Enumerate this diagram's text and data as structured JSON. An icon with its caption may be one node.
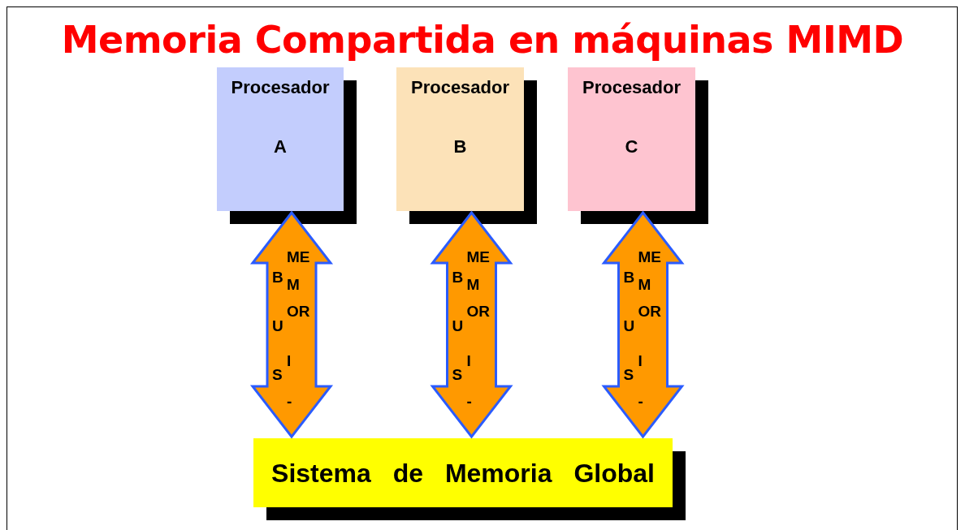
{
  "diagram": {
    "title": "Memoria Compartida en máquinas MIMD",
    "nodes": [
      {
        "text": [
          "Procesador",
          "A"
        ]
      },
      {
        "text": [
          "Procesador",
          "B"
        ]
      },
      {
        "text": [
          "Procesador",
          "C"
        ]
      },
      {
        "text": [
          "Sistema de Memoria Global"
        ]
      }
    ],
    "edges": [
      {
        "from": 0,
        "to": 3,
        "arrow": "both",
        "label": "BUS",
        "style": "thick"
      },
      {
        "from": 1,
        "to": 3,
        "arrow": "both",
        "label": "BUS",
        "style": "thick"
      },
      {
        "from": 2,
        "to": 3,
        "arrow": "both",
        "label": "BUS",
        "style": "thick"
      }
    ],
    "labels": [
      "ME",
      "M",
      "OR",
      "I",
      "-",
      "ME",
      "M",
      "OR",
      "I",
      "-",
      "ME",
      "M",
      "OR",
      "I",
      "-"
    ]
  }
}
